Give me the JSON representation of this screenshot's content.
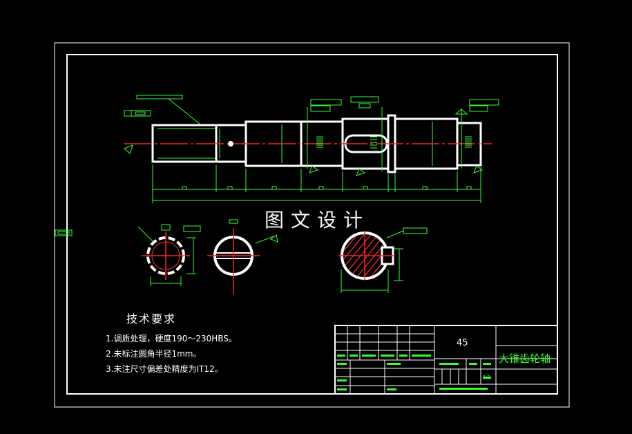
{
  "drawing": {
    "watermark": "图文设计",
    "notes_title": "技术要求",
    "notes": [
      "1.调质处理，硬度190～230HBS。",
      "2.未标注圆角半径1mm。",
      "3.未注尺寸偏差处精度为IT12。"
    ]
  },
  "title_block": {
    "material": "45",
    "part_name": "大锥齿轮轴",
    "scale": "1:1"
  },
  "colors": {
    "background": "#000000",
    "outline": "#ffffff",
    "dimension": "#33ff33",
    "centerline": "#ff2020",
    "hatch": "#ff3030"
  }
}
